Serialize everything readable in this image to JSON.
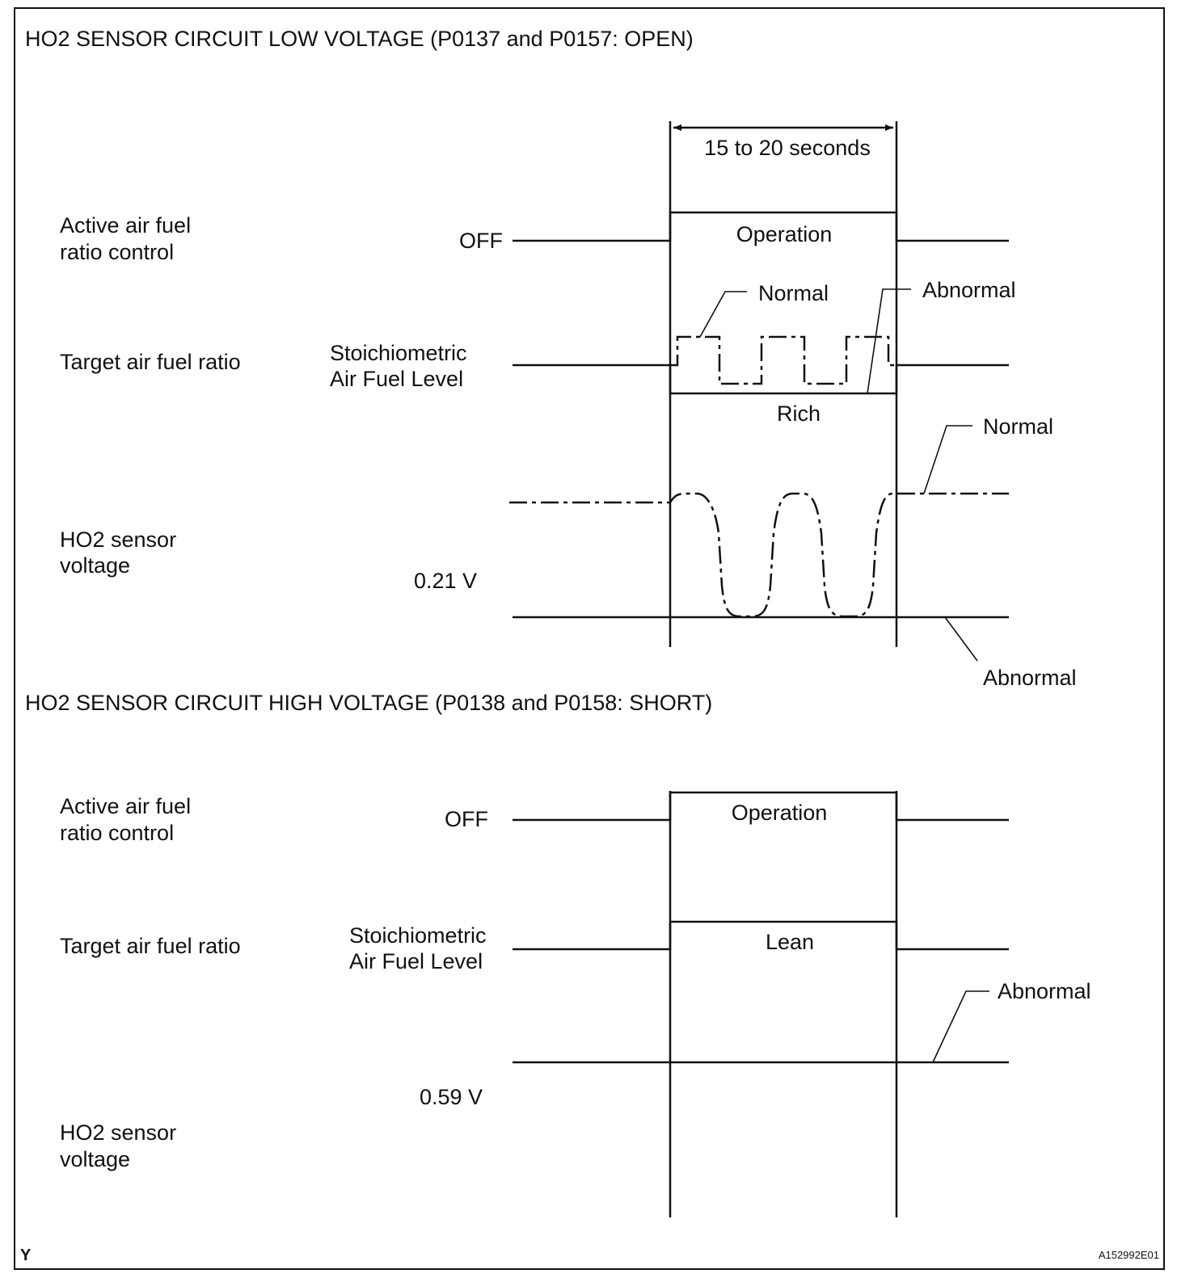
{
  "open_section": {
    "title": "HO2 SENSOR CIRCUIT LOW VOLTAGE (P0137 and P0157: OPEN)",
    "duration_label": "15 to 20 seconds",
    "rows": {
      "active_control": {
        "line1": "Active air fuel",
        "line2": "ratio control",
        "level": "OFF",
        "state": "Operation"
      },
      "target_ratio": {
        "line1": "Target air fuel ratio",
        "level_line1": "Stoichiometric",
        "level_line2": "Air Fuel Level",
        "state": "Rich",
        "normal": "Normal",
        "abnormal": "Abnormal"
      },
      "sensor_voltage": {
        "line1": "HO2 sensor",
        "line2": "voltage",
        "voltage": "0.21 V",
        "normal": "Normal",
        "abnormal": "Abnormal"
      }
    }
  },
  "short_section": {
    "title": "HO2 SENSOR CIRCUIT HIGH VOLTAGE (P0138 and P0158: SHORT)",
    "rows": {
      "active_control": {
        "line1": "Active air fuel",
        "line2": "ratio control",
        "level": "OFF",
        "state": "Operation"
      },
      "target_ratio": {
        "line1": "Target air fuel ratio",
        "level_line1": "Stoichiometric",
        "level_line2": "Air Fuel Level",
        "state": "Lean"
      },
      "sensor_voltage": {
        "line1": "HO2 sensor",
        "line2": "voltage",
        "voltage": "0.59 V",
        "abnormal": "Abnormal"
      }
    }
  },
  "footer": {
    "corner_mark": "Y",
    "figure_id": "A152992E01"
  }
}
